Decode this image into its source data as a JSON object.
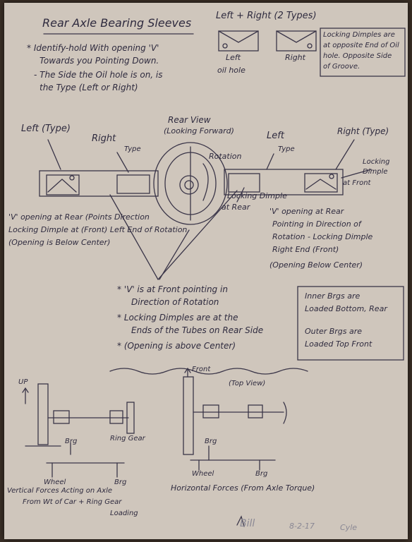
{
  "title": "Rear Axle Bearing Sleeves",
  "types_header": "Left + Right (2 Types)",
  "small_labels": {
    "left": "Left",
    "right": "Right",
    "oil_hole": "oil hole"
  },
  "locking_note": [
    "Locking Dimples are",
    "at opposite End of Oil",
    "hole. Opposite Side",
    "of Groove."
  ],
  "identify_notes": [
    "* Identify-hold With opening 'V'",
    "Towards you Pointing Down.",
    "- The Side the Oil hole is on, is",
    "the Type (Left or Right)"
  ],
  "rear_view": [
    "Rear View",
    "(Looking Forward)"
  ],
  "diagram_labels": {
    "left_type": "Left (Type)",
    "right_type_a": "Right",
    "right_type_a_sub": "Type",
    "rotation": "Rotation",
    "left_type_b": "Left",
    "left_type_b_sub": "Type",
    "right_type_b": "Right (Type)",
    "locking_dimple_front": [
      "Locking",
      "Dimple",
      "at Front"
    ],
    "locking_dimple_rear": [
      "Locking Dimple",
      "at Rear"
    ]
  },
  "left_note": [
    "'V' opening at Rear (Points Direction",
    "Locking Dimple at (Front) Left End of Rotation",
    "(Opening is Below Center)"
  ],
  "right_note": [
    "'V' opening at Rear",
    "Pointing in Direction of",
    "Rotation - Locking Dimple",
    "Right End (Front)",
    "(Opening Below Center)"
  ],
  "center_notes": [
    "* 'V' is at Front pointing in",
    "Direction of Rotation",
    "* Locking Dimples are at the",
    "Ends of the Tubes on Rear Side",
    "* (Opening is above Center)"
  ],
  "box_notes": [
    "Inner Brgs are",
    "Loaded Bottom, Rear",
    "Outer Brgs are",
    "Loaded Top Front"
  ],
  "vertical_diagram": {
    "up": "UP",
    "brg": "Brg",
    "ring_gear": "Ring Gear",
    "wheel": "Wheel",
    "brg2": "Brg",
    "caption": [
      "Vertical Forces Acting on Axle",
      "From Wt of Car + Ring Gear",
      "Loading"
    ]
  },
  "horizontal_diagram": {
    "front": "Front",
    "top_view": "(Top View)",
    "brg": "Brg",
    "wheel": "Wheel",
    "brg2": "Brg",
    "caption": "Horizontal Forces (From Axle Torque)"
  },
  "signature": {
    "name": "Bill",
    "date": "8-2-17",
    "suffix": "Cyle"
  }
}
